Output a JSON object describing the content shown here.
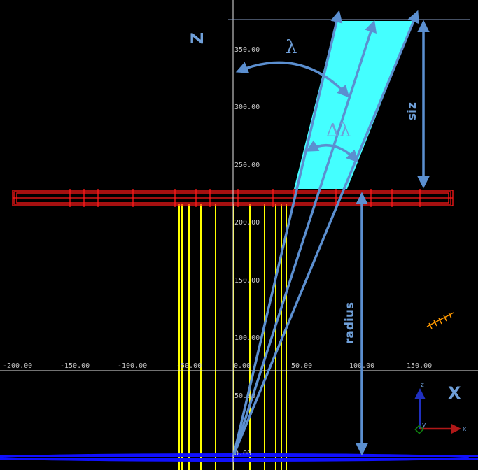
{
  "axes": {
    "z_label": "Z",
    "x_label": "X",
    "x_ticks": [
      "-200.00",
      "-150.00",
      "-100.00",
      "-50.00",
      "0.00",
      "50.00",
      "100.00",
      "150.00"
    ],
    "z_ticks": [
      "50.00",
      "100.00",
      "150.00",
      "200.00",
      "250.00",
      "300.00",
      "350.00"
    ],
    "origin_tick": "0.00"
  },
  "annotations": {
    "lambda": "λ",
    "delta_lambda": "Δλ",
    "size": "siz",
    "radius": "radius"
  },
  "orientation_triad": {
    "z": "z",
    "x": "x",
    "y": "y"
  },
  "colors": {
    "beam_fill": "#44ffff",
    "ring": "#ff1a1a",
    "rods": "#ffff00",
    "base": "#1010ff",
    "annotation": "#5b8fd0",
    "axis_line": "#e6e6e6",
    "triad_z": "#2030c0",
    "triad_x": "#b01818",
    "triad_y": "#108010"
  }
}
